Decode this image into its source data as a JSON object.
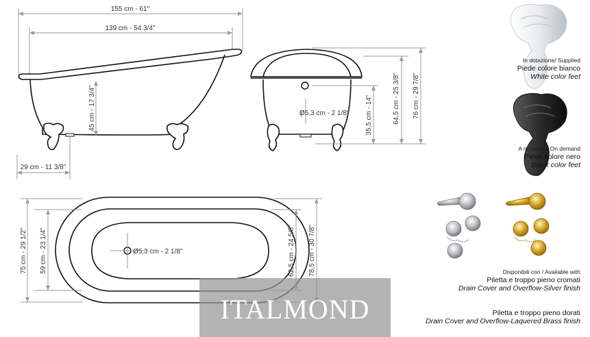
{
  "side_view": {
    "overall_length": "155 cm - 61\"",
    "inner_length": "139 cm - 54 3/4\"",
    "height": "45 cm - 17 3/4\"",
    "foot_offset": "29 cm - 11 3/8\""
  },
  "end_view": {
    "drain_diameter": "Ø5,3 cm - 2 1/8\"",
    "overflow_height": "35,5 cm - 14\"",
    "rim_height": "64,5 cm - 25 3/8\"",
    "total_height": "76 cm - 29 7/8\""
  },
  "top_view": {
    "outer_width": "75 cm - 29 1/2\"",
    "inner_width": "59 cm - 23 1/4\"",
    "drain_diameter": "Ø5,3 cm - 2 1/8\"",
    "inner_depth": "62,5 cm - 24 5/8\"",
    "outer_depth": "78,5 cm - 30 7/8\""
  },
  "feet": {
    "white": {
      "supplied_label": "In dotazione/ Supplied",
      "name_it": "Piede colore bianco",
      "name_en": "White color feet"
    },
    "black": {
      "demand_label": "A richiesta / On demand",
      "name_it": "Piede colore nero",
      "name_en": "Black color feet"
    }
  },
  "drain": {
    "available_label": "Disponibili con / Available with",
    "chrome_it": "Piletta e troppo pieno cromati",
    "chrome_en": "Drain Cover and Overflow-Silver finish",
    "gold_it": "Piletta e troppo pieno dorati",
    "gold_en": "Drain Cover and Overflow-Laquered Brass finish"
  },
  "watermark": "ITALMOND",
  "colors": {
    "line": "#111111",
    "dimension": "#9a9a9a",
    "chrome": "#b9bcc2",
    "brass": "#d4a21e",
    "black_foot": "#2a2a2a",
    "white_foot": "#e9ecef"
  }
}
